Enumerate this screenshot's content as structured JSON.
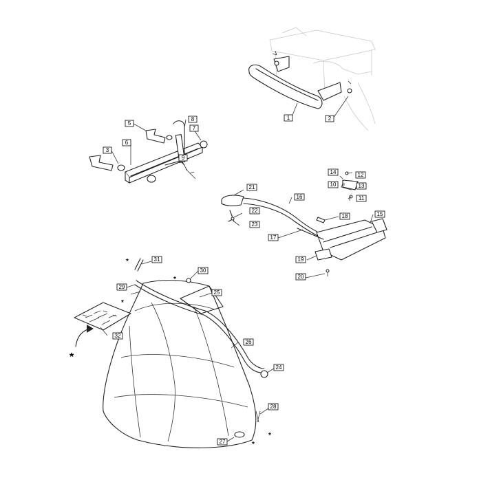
{
  "diagram": {
    "callouts": [
      {
        "id": "c1",
        "text": "1"
      },
      {
        "id": "c2",
        "text": "2"
      },
      {
        "id": "c3",
        "text": "3"
      },
      {
        "id": "c4",
        "text": "5"
      },
      {
        "id": "c5",
        "text": "6"
      },
      {
        "id": "c6",
        "text": "7"
      },
      {
        "id": "c7",
        "text": "8"
      },
      {
        "id": "c8",
        "text": "9"
      },
      {
        "id": "c9",
        "text": "14"
      },
      {
        "id": "c10",
        "text": "12"
      },
      {
        "id": "c11",
        "text": "10"
      },
      {
        "id": "c12",
        "text": "13"
      },
      {
        "id": "c13",
        "text": "11"
      },
      {
        "id": "c14",
        "text": "21"
      },
      {
        "id": "c15",
        "text": "16"
      },
      {
        "id": "c16",
        "text": "22"
      },
      {
        "id": "c17",
        "text": "23"
      },
      {
        "id": "c18",
        "text": "18"
      },
      {
        "id": "c19",
        "text": "15"
      },
      {
        "id": "c20",
        "text": "17"
      },
      {
        "id": "c21",
        "text": "19"
      },
      {
        "id": "c22",
        "text": "20"
      },
      {
        "id": "c23",
        "text": "31"
      },
      {
        "id": "c24",
        "text": "30"
      },
      {
        "id": "c25",
        "text": "29"
      },
      {
        "id": "c26",
        "text": "25"
      },
      {
        "id": "c27",
        "text": "32"
      },
      {
        "id": "c28",
        "text": "26"
      },
      {
        "id": "c29",
        "text": "24"
      },
      {
        "id": "c30",
        "text": "28"
      },
      {
        "id": "c31",
        "text": "27"
      }
    ],
    "asterisk": "*"
  }
}
